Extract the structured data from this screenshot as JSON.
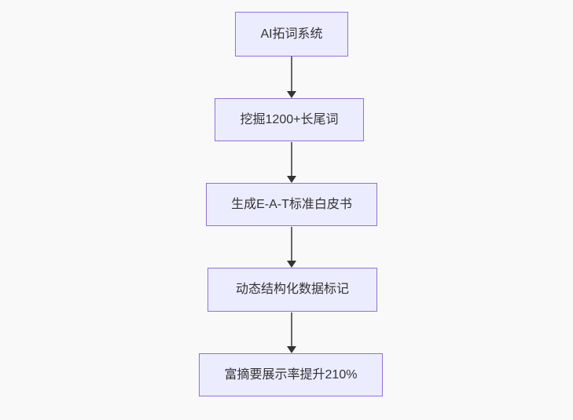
{
  "page": {
    "background_color": "#f9f9f9"
  },
  "chart_data": {
    "type": "flowchart",
    "direction": "top-down",
    "title": "",
    "node_fill_color": "#ECECFF",
    "node_border_color": "#9370DB",
    "node_text_color": "#333333",
    "edge_line_color": "#666666",
    "arrowhead_color": "#333333",
    "nodes": [
      {
        "id": "n1",
        "label": "AI拓词系统"
      },
      {
        "id": "n2",
        "label": "挖掘1200+长尾词"
      },
      {
        "id": "n3",
        "label": "生成E-A-T标准白皮书"
      },
      {
        "id": "n4",
        "label": "动态结构化数据标记"
      },
      {
        "id": "n5",
        "label": "富摘要展示率提升210%"
      }
    ],
    "edges": [
      {
        "from": "n1",
        "to": "n2",
        "arrow": "down"
      },
      {
        "from": "n2",
        "to": "n3",
        "arrow": "down"
      },
      {
        "from": "n3",
        "to": "n4",
        "arrow": "down"
      },
      {
        "from": "n4",
        "to": "n5",
        "arrow": "down"
      }
    ]
  }
}
